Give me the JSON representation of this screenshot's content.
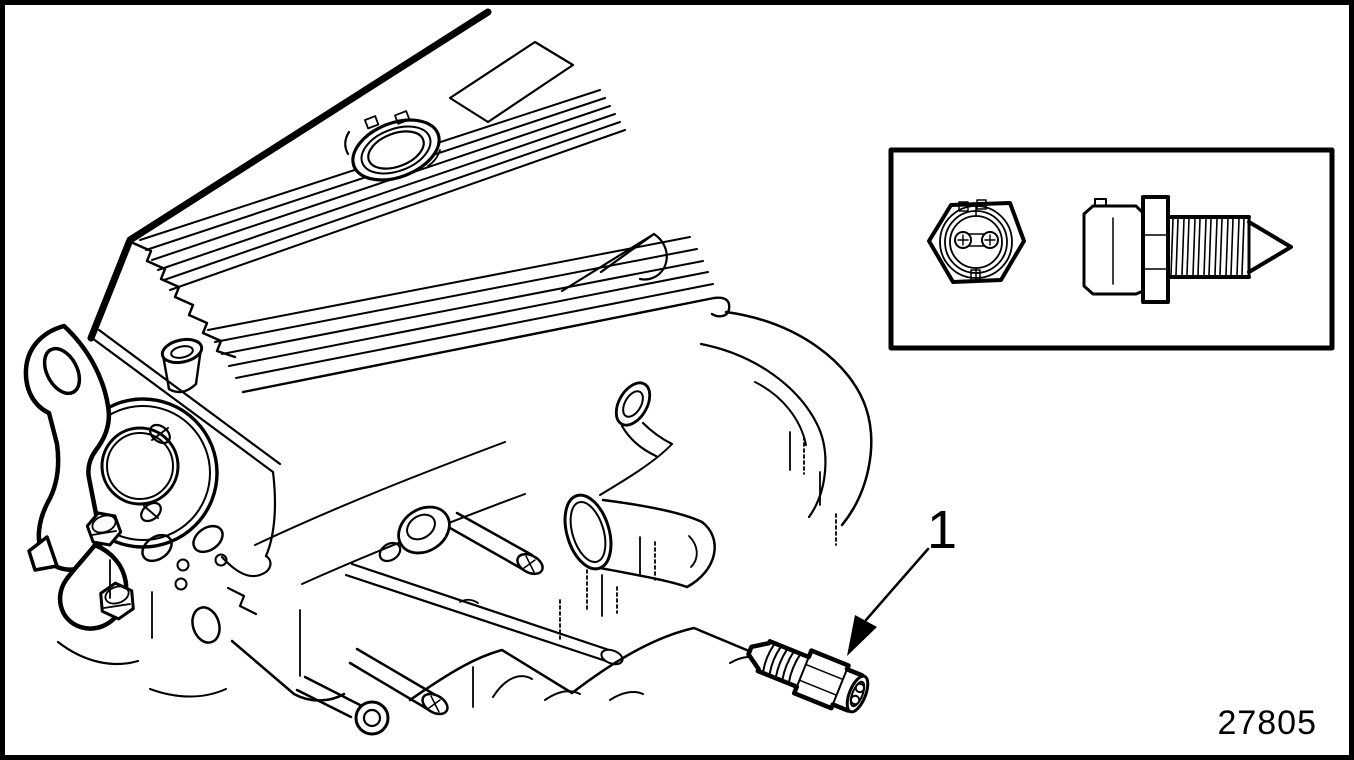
{
  "page": {
    "background": "#ffffff",
    "line_color": "#000000",
    "kind": "engine-service-manual-illustration"
  },
  "callouts": [
    {
      "label": "1"
    }
  ],
  "figure_code": "27805",
  "icons": {
    "sensor_front_view": "two-pin-sensor-end-view",
    "sensor_side_view": "threaded-sensor-side-view",
    "callout_arrow": "solid-arrowhead-leader"
  }
}
